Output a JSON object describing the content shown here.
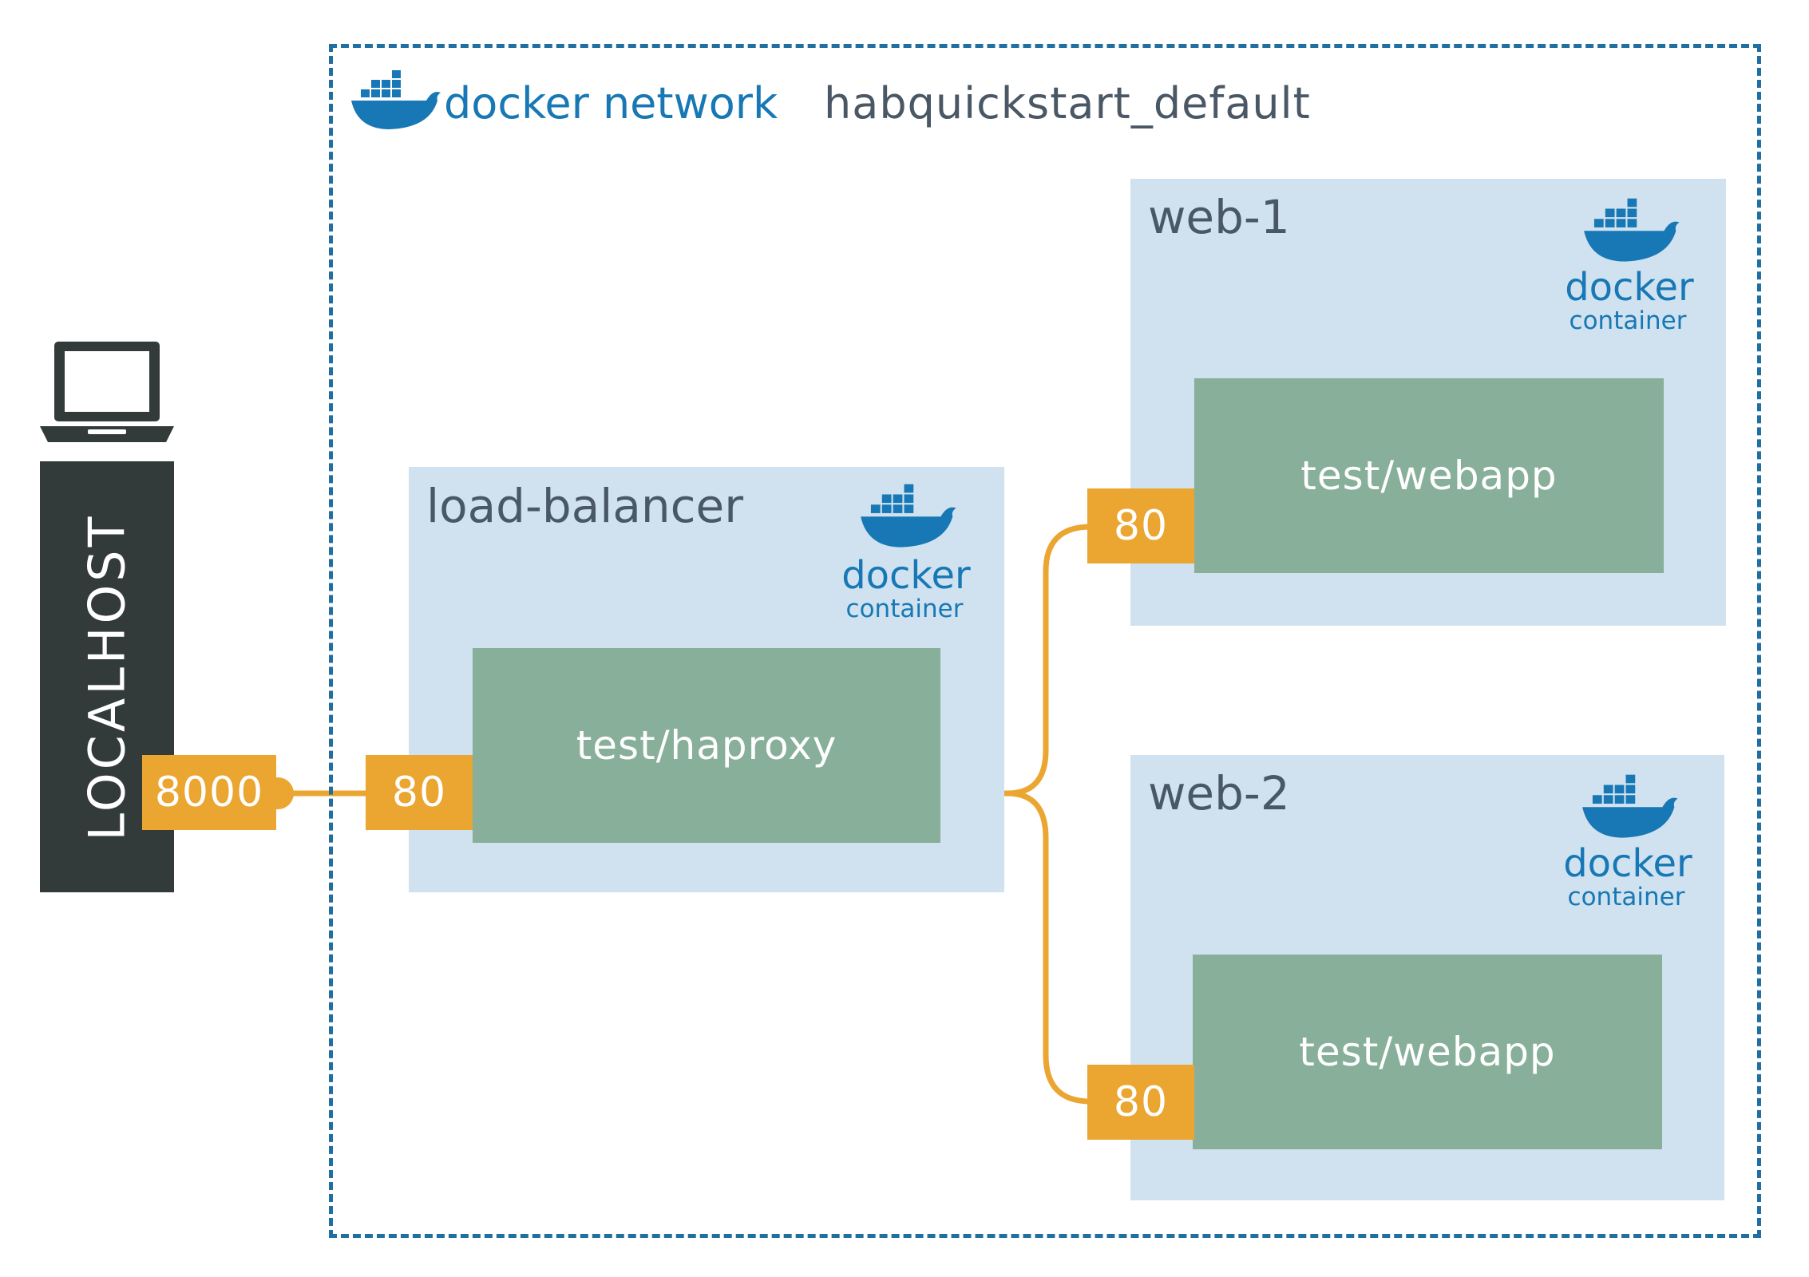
{
  "network": {
    "word_docker": "docker",
    "word_network": "network",
    "name": "habquickstart_default"
  },
  "host": {
    "label": "LOCALHOST",
    "port": "8000",
    "icon": "laptop-icon"
  },
  "docker_logo": {
    "word": "docker",
    "sub": "container",
    "icon": "docker-whale-icon"
  },
  "containers": [
    {
      "title": "load-balancer",
      "image": "test/haproxy",
      "port": "80"
    },
    {
      "title": "web-1",
      "image": "test/webapp",
      "port": "80"
    },
    {
      "title": "web-2",
      "image": "test/webapp",
      "port": "80"
    }
  ],
  "colors": {
    "network_border": "#1f6fa3",
    "docker_blue": "#1778b5",
    "container_bg": "#d0e2ef",
    "image_bg": "#87af9a",
    "port_bg": "#eba531",
    "wire": "#eba531",
    "host_bg": "#323a3a",
    "title_text": "#4a5866"
  }
}
